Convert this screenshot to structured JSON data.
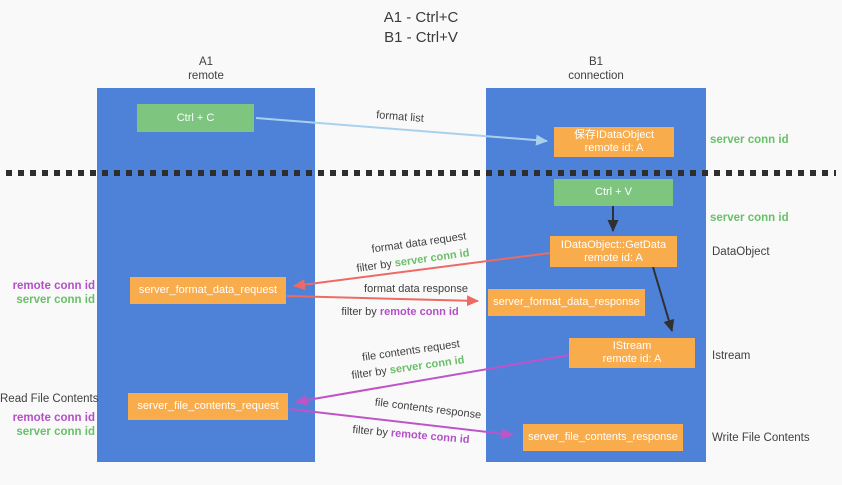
{
  "title": {
    "line1": "A1 - Ctrl+C",
    "line2": "B1 - Ctrl+V"
  },
  "lifelines": {
    "left": {
      "title": "A1",
      "subtitle": "remote"
    },
    "right": {
      "title": "B1",
      "subtitle": "connection"
    }
  },
  "nodes": {
    "ctrl_c": {
      "label": "Ctrl + C"
    },
    "ctrl_v": {
      "label": "Ctrl + V"
    },
    "save_idataobject": {
      "line1": "保存IDataObject",
      "line2": "remote id: A"
    },
    "getdata": {
      "line1": "IDataObject::GetData",
      "line2": "remote id: A"
    },
    "istream": {
      "line1": "IStream",
      "line2": "remote id: A"
    },
    "server_format_data_request": {
      "label": "server_format_data_request"
    },
    "server_format_data_response": {
      "label": "server_format_data_response"
    },
    "server_file_contents_request": {
      "label": "server_file_contents_request"
    },
    "server_file_contents_response": {
      "label": "server_file_contents_response"
    }
  },
  "arrow_labels": {
    "format_list": "format list",
    "format_data_request": "format data request",
    "format_data_response": "format data response",
    "file_contents_request": "file contents request",
    "file_contents_response": "file contents response",
    "filter_by": "filter by",
    "server_conn_id": "server conn id",
    "remote_conn_id": "remote conn id"
  },
  "side_labels": {
    "server_conn_id_top": "server conn id",
    "server_conn_id_mid": "server conn id",
    "dataobject": "DataObject",
    "istream": "Istream",
    "write_file_contents": "Write File Contents",
    "read_file_contents": "Read File Contents",
    "remote_conn_id_1": "remote conn id",
    "server_conn_id_1": "server conn id",
    "remote_conn_id_2": "remote conn id",
    "server_conn_id_2": "server conn id"
  },
  "colors": {
    "lifeline_blue": "#4e82d8",
    "node_green": "#7ec57f",
    "node_orange": "#f9ac4c",
    "arrow_light_blue": "#a9d1ed",
    "arrow_red": "#ed6a65",
    "arrow_magenta": "#bf53c8",
    "arrow_black": "#303030",
    "text_green": "#6abf69",
    "text_purple": "#b44fc8",
    "text_dark": "#3f3f3f",
    "background": "#f9f9f9"
  }
}
